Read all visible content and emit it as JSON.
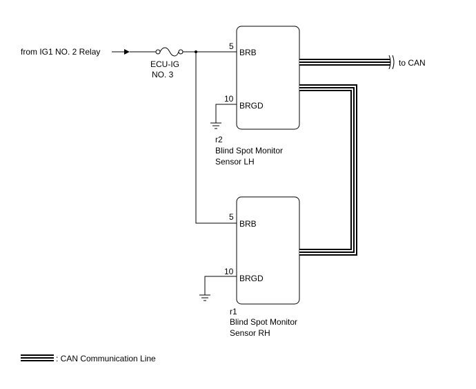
{
  "power_source": {
    "label": "from IG1 NO. 2 Relay"
  },
  "fuse": {
    "name_line1": "ECU-IG",
    "name_line2": "NO. 3"
  },
  "can_output": {
    "label": "to CAN"
  },
  "sensor_lh": {
    "connector": "r2",
    "name_line1": "Blind Spot Monitor",
    "name_line2": "Sensor LH",
    "pin_brb": {
      "number": "5",
      "label": "BRB"
    },
    "pin_brgd": {
      "number": "10",
      "label": "BRGD"
    }
  },
  "sensor_rh": {
    "connector": "r1",
    "name_line1": "Blind Spot Monitor",
    "name_line2": "Sensor RH",
    "pin_brb": {
      "number": "5",
      "label": "BRB"
    },
    "pin_brgd": {
      "number": "10",
      "label": "BRGD"
    }
  },
  "legend": {
    "label": ": CAN Communication Line"
  },
  "colors": {
    "line": "#000000",
    "background": "#ffffff"
  }
}
